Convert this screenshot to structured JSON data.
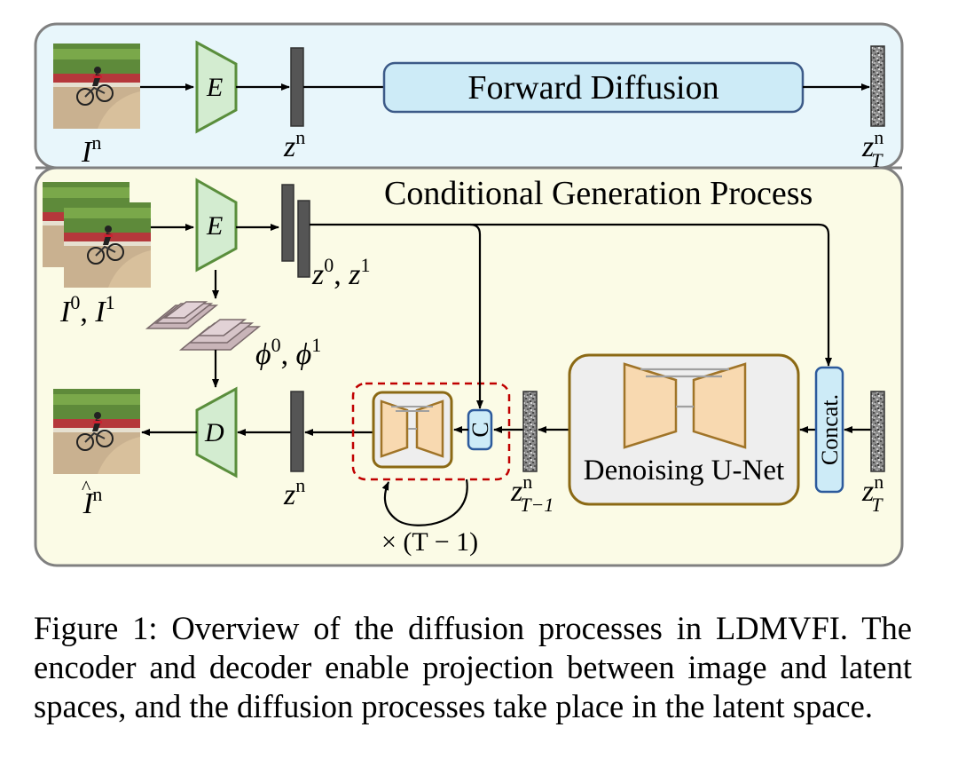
{
  "top_panel": {
    "forward_diffusion_label": "Forward Diffusion",
    "input_label": {
      "base": "I",
      "sup": "n"
    },
    "encoder_label": "E",
    "latent_label": {
      "base": "z",
      "sup": "n"
    },
    "noisy_latent_label": {
      "base": "z",
      "sup": "n",
      "sub": "T"
    }
  },
  "bottom_panel": {
    "title": "Conditional Generation Process",
    "input_frames_label": {
      "a": "I",
      "a_sup": "0",
      "sep": ", ",
      "b": "I",
      "b_sup": "1"
    },
    "encoder_label": "E",
    "latents_label": {
      "a": "z",
      "a_sup": "0",
      "sep": ", ",
      "b": "z",
      "b_sup": "1"
    },
    "features_label": {
      "a": "ϕ",
      "a_sup": "0",
      "sep": ", ",
      "b": "ϕ",
      "b_sup": "1"
    },
    "decoder_label": "D",
    "output_latent_label": {
      "base": "z",
      "sup": "n"
    },
    "output_label": {
      "base": "I",
      "hat": "^",
      "sup": "n"
    },
    "concat_label": "C",
    "step_latent_label": {
      "base": "z",
      "sup": "n",
      "sub": "T−1"
    },
    "unet_label": "Denoising U-Net",
    "concat_block_label": "Concat.",
    "noise_input_label": {
      "base": "z",
      "sup": "n",
      "sub": "T"
    },
    "loop_label": "× (T − 1)"
  },
  "caption": {
    "text": "Figure 1: Overview of the diffusion processes in LDMVFI. The encoder and decoder enable projection between image and latent spaces, and the diffusion processes take place in the latent space."
  },
  "colors": {
    "top_panel_fill": "#e8f6fb",
    "bottom_panel_fill": "#fbfbe6",
    "panel_border": "#808080",
    "encoder_fill": "#d3ecd0",
    "encoder_stroke": "#5a8e3c",
    "forward_box_fill": "#cdebf7",
    "forward_box_stroke": "#3c5a88",
    "latent_bar": "#555555",
    "unet_box_fill": "#eeeeee",
    "unet_box_stroke": "#8b6914",
    "unet_trapezoid_fill": "#f8d9b0",
    "unet_trapezoid_stroke": "#a07428",
    "dashed_box_stroke": "#c00000",
    "concat_fill": "#cdebf7",
    "concat_stroke": "#2c5a9c",
    "feature_map_fill": "#c8b4b8"
  }
}
